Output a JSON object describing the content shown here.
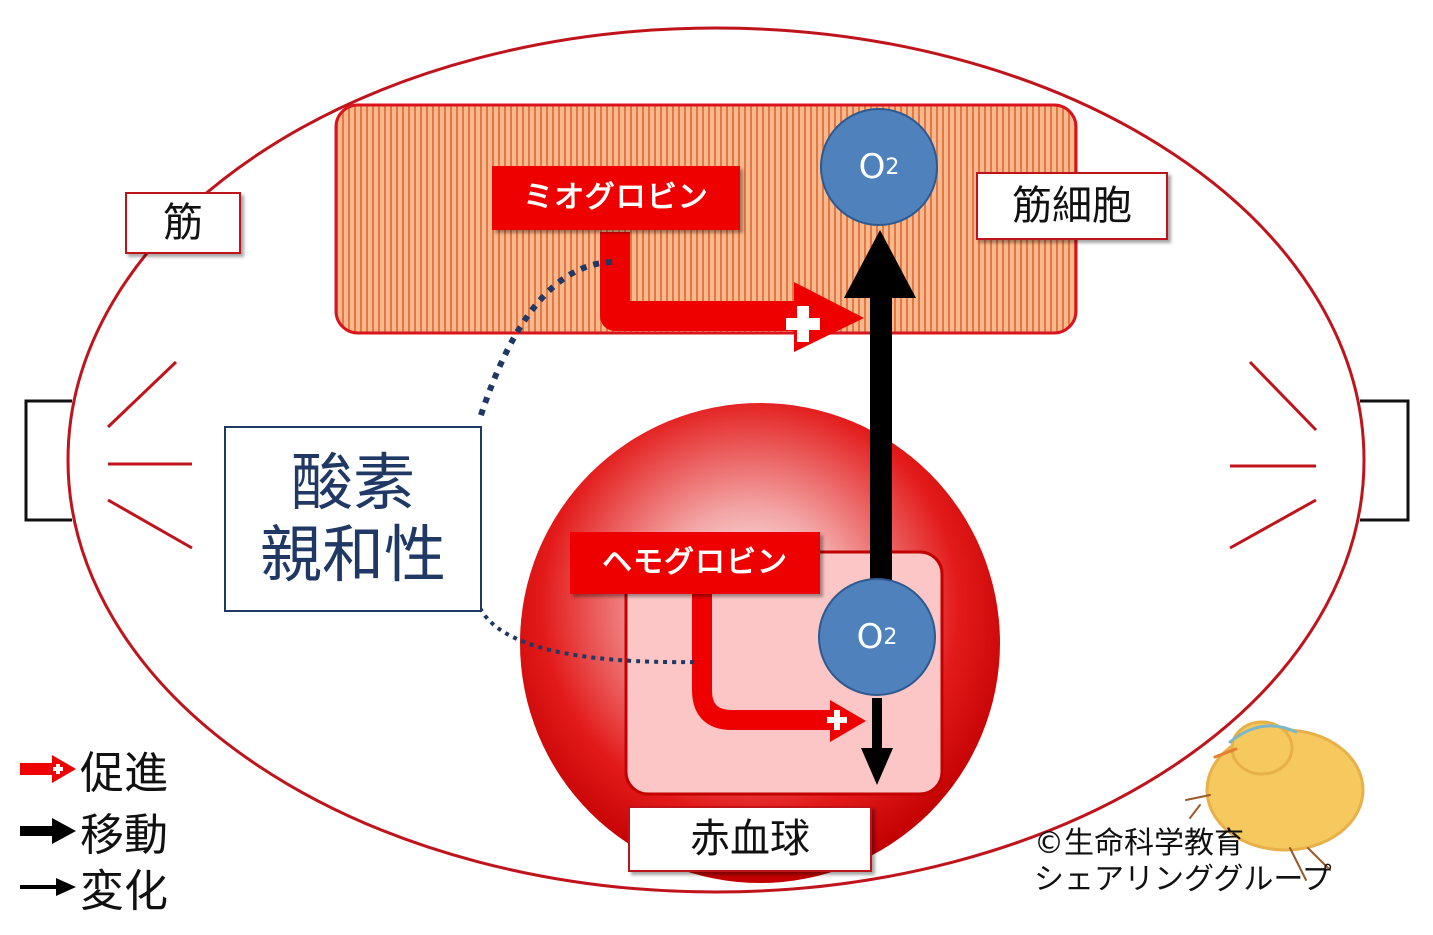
{
  "labels": {
    "muscle": "筋",
    "muscle_cell": "筋細胞",
    "red_blood_cell": "赤血球",
    "myoglobin": "ミオグロビン",
    "hemoglobin": "ヘモグロビン",
    "oxygen_top": "O",
    "oxygen_top_sub": "2",
    "oxygen_bottom": "O",
    "oxygen_bottom_sub": "2",
    "affinity_line1": "酸素",
    "affinity_line2": "親和性"
  },
  "legend": {
    "promote": "促進",
    "move": "移動",
    "change": "変化"
  },
  "copyright": {
    "line1": "©生命科学教育",
    "line2": "シェアリンググループ"
  },
  "colors": {
    "accent_red": "#ee0000",
    "border_red": "#c0141c",
    "oxygen_blue": "#4f81bd",
    "affinity_navy": "#1f3864"
  }
}
